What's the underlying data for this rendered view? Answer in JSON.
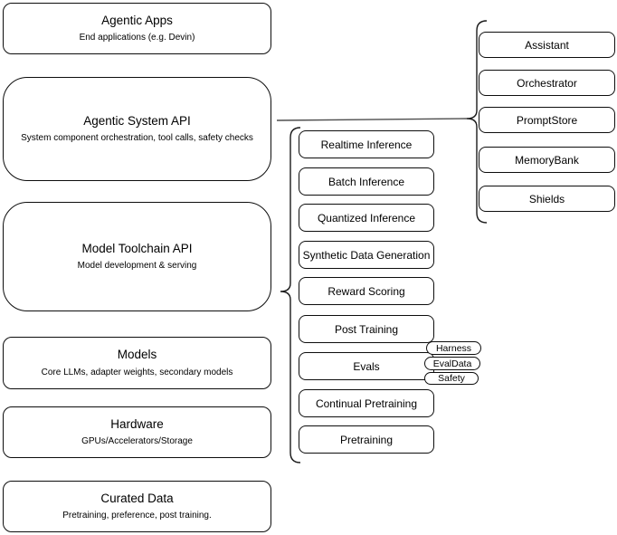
{
  "diagram": {
    "left_column": [
      {
        "title": "Agentic Apps",
        "subtitle": "End applications (e.g. Devin)"
      },
      {
        "title": "Agentic System API",
        "subtitle": "System component orchestration, tool calls, safety checks"
      },
      {
        "title": "Model Toolchain API",
        "subtitle": "Model development & serving"
      },
      {
        "title": "Models",
        "subtitle": "Core LLMs, adapter weights, secondary models"
      },
      {
        "title": "Hardware",
        "subtitle": "GPUs/Accelerators/Storage"
      },
      {
        "title": "Curated Data",
        "subtitle": "Pretraining, preference, post training."
      }
    ],
    "middle_column": [
      "Realtime Inference",
      "Batch Inference",
      "Quantized Inference",
      "Synthetic Data Generation",
      "Reward Scoring",
      "Post Training",
      "Evals",
      "Continual Pretraining",
      "Pretraining"
    ],
    "eval_tags": [
      "Harness",
      "EvalData",
      "Safety"
    ],
    "right_column": [
      "Assistant",
      "Orchestrator",
      "PromptStore",
      "MemoryBank",
      "Shields"
    ],
    "colors": {
      "background": "#ffffff",
      "box_border": "#0d0d0d",
      "connector": "#4d4d4d"
    }
  }
}
